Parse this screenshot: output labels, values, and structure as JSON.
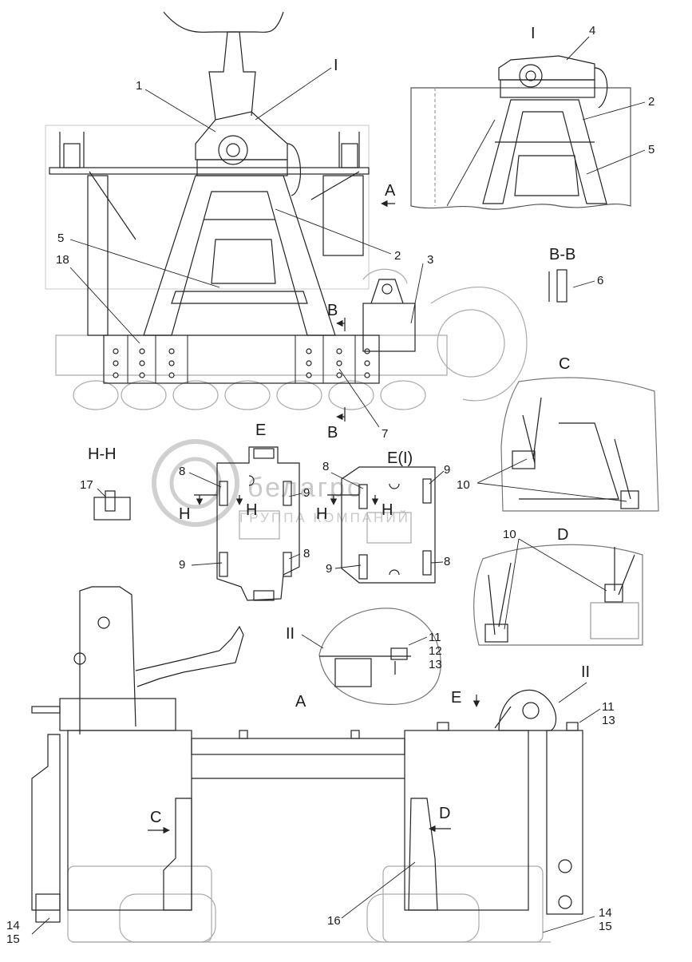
{
  "drawing": {
    "view_titles": {
      "detail_I": "I",
      "section_BB": "B-B",
      "view_C": "C",
      "view_D": "D",
      "section_HH": "H-H",
      "view_E": "E",
      "view_EI": "E(I)",
      "detail_II": "II",
      "view_A": "A",
      "view_E_small": "E"
    },
    "markers": {
      "detail_I_callout": "I",
      "arrow_A": "A",
      "cut_B_top": "B",
      "cut_B_bottom": "B",
      "arrow_C": "C",
      "arrow_D": "D",
      "detail_II_callout": "II",
      "cut_H": "H"
    },
    "callouts": {
      "c1": "1",
      "c2": "2",
      "c3": "3",
      "c4": "4",
      "c5": "5",
      "c6": "6",
      "c7": "7",
      "c8": "8",
      "c9": "9",
      "c10": "10",
      "c11": "11",
      "c12": "12",
      "c13": "13",
      "c14": "14",
      "c15": "15",
      "c16": "16",
      "c17": "17",
      "c18": "18"
    },
    "watermark": {
      "brand": "белагро",
      "subtitle": "ГРУППА КОМПАНИЙ"
    }
  }
}
